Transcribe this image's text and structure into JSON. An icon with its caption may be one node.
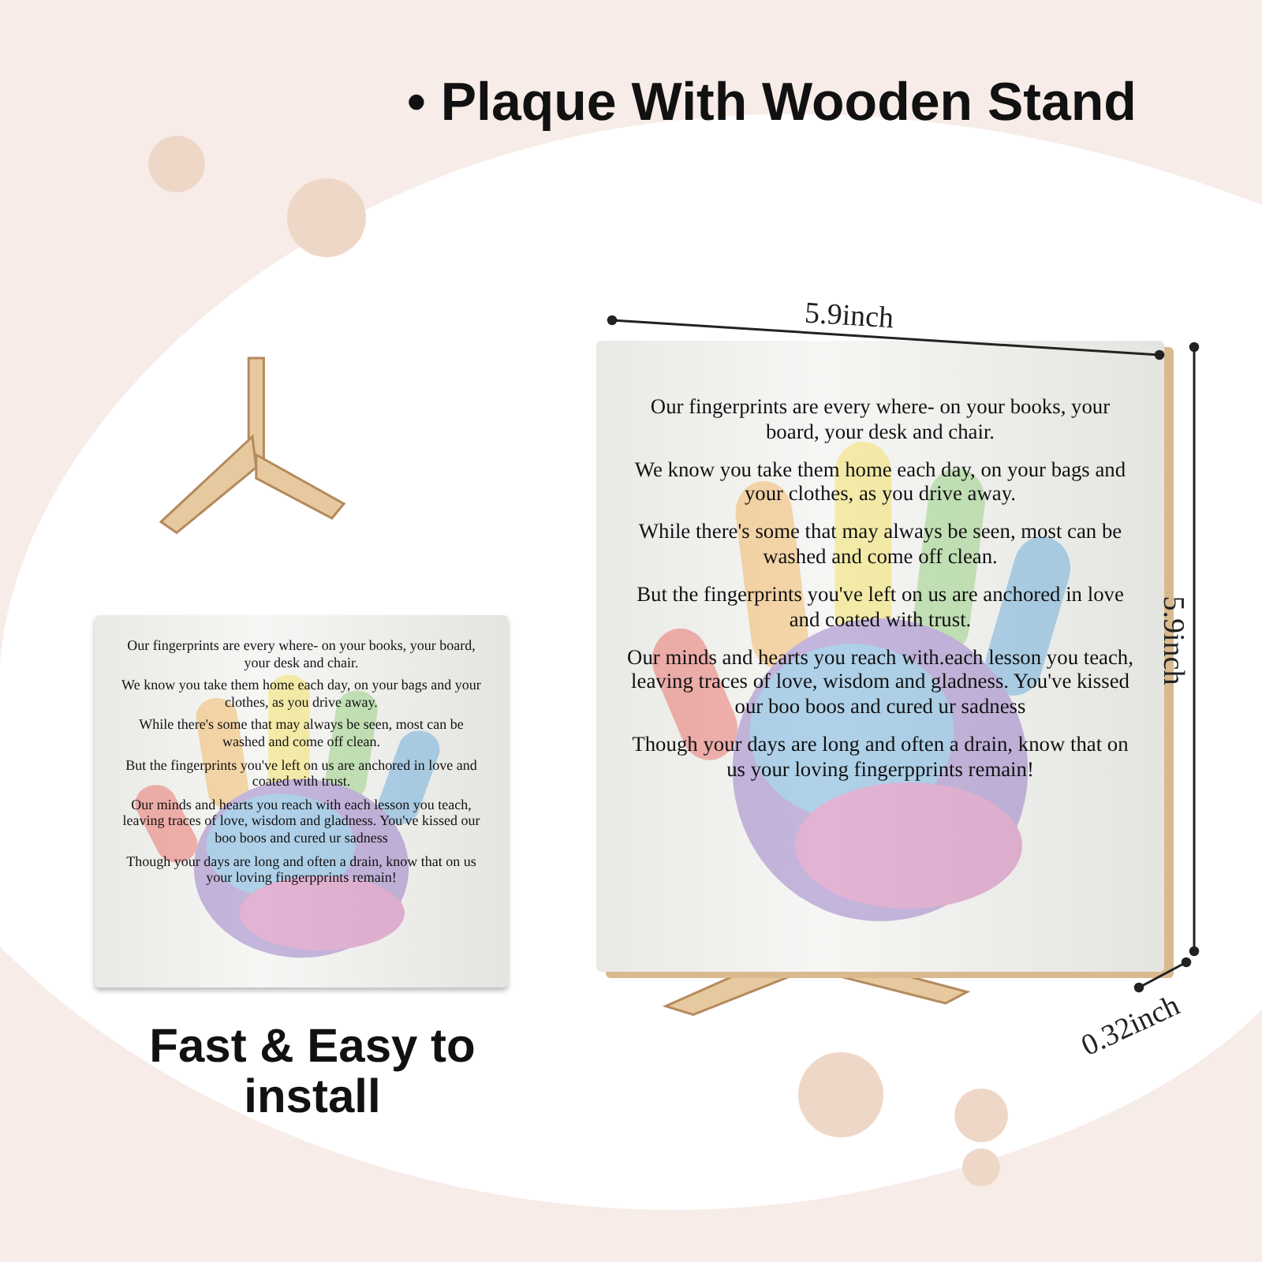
{
  "diagram": {
    "title": "• Plaque With Wooden Stand",
    "nodes": [
      {
        "text": [
          "Our fingerprints are every where- on your books, your board, your desk and chair.",
          "We know you take them home each day, on your bags and your clothes, as you drive away.",
          "While there's some that may always be seen, most can be washed and come off clean.",
          "But the fingerprints you've left on us are anchored in love and coated with trust.",
          "Our minds and hearts you reach with each lesson you teach, leaving traces of love, wisdom and gladness. You've kissed our boo boos and cured ur sadness",
          "Though your days are long and often a drain, know that on us your loving fingerpprints remain!"
        ]
      },
      {
        "text": [
          "Our fingerprints are every where- on your books, your board, your desk and chair.",
          "We know you take them home each day, on your bags and your clothes, as you drive away.",
          "While there's some that may always be seen, most can be washed and come off clean.",
          "But the fingerprints you've left on us are anchored in love and coated with trust.",
          "Our minds and hearts you reach with.each lesson you teach, leaving traces of love, wisdom and gladness. You've kissed our boo boos and cured ur sadness",
          "Though your days are long and often a drain, know that on us your loving fingerpprints remain!"
        ]
      }
    ],
    "labels": [
      "5.9inch",
      "5.9inch",
      "0.32inch",
      "Fast & Easy to install"
    ]
  }
}
